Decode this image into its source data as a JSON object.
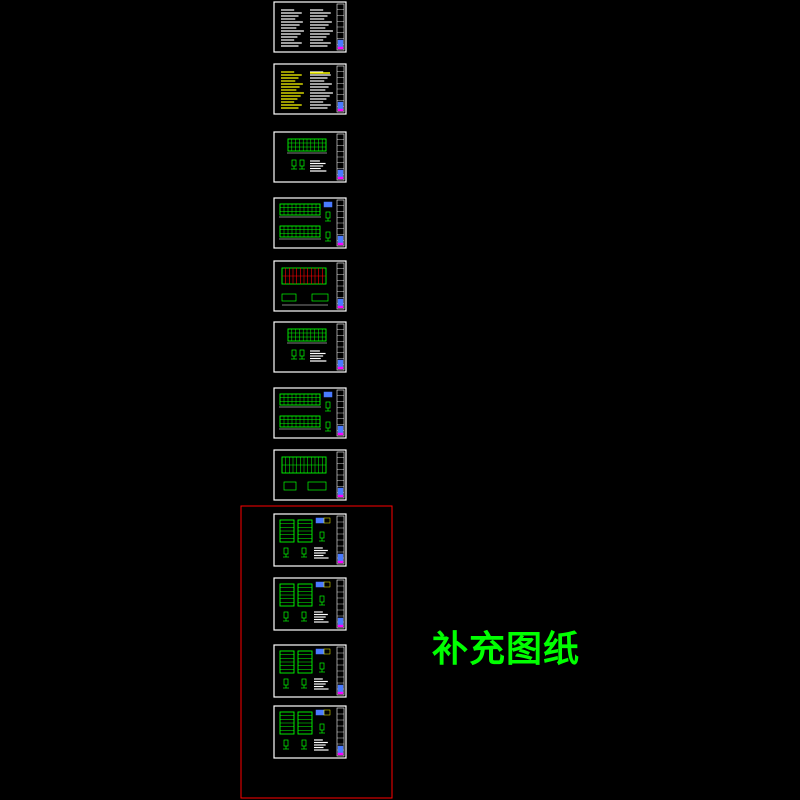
{
  "canvas": {
    "background": "#000000"
  },
  "colors": {
    "frame": "#ffffff",
    "green": "#00ff00",
    "yellow": "#ffff00",
    "magenta": "#ff00ff",
    "red": "#ff0000",
    "blue": "#4a7bff",
    "cyan": "#00ffff"
  },
  "sheets": [
    {
      "id": 1,
      "kind": "notes-white"
    },
    {
      "id": 2,
      "kind": "notes-yellow"
    },
    {
      "id": 3,
      "kind": "elevation-single"
    },
    {
      "id": 4,
      "kind": "elevation-double"
    },
    {
      "id": 5,
      "kind": "plan-red"
    },
    {
      "id": 6,
      "kind": "elevation-single"
    },
    {
      "id": 7,
      "kind": "elevation-double"
    },
    {
      "id": 8,
      "kind": "plan-green"
    },
    {
      "id": 9,
      "kind": "detail-tall"
    },
    {
      "id": 10,
      "kind": "detail-tall"
    },
    {
      "id": 11,
      "kind": "detail-tall"
    },
    {
      "id": 12,
      "kind": "detail-tall"
    }
  ],
  "annotation": {
    "text": "补充图纸",
    "color": "#00ff00"
  },
  "highlight_box": {
    "color": "#ff0000",
    "encloses_sheets": [
      9,
      10,
      11,
      12
    ]
  }
}
